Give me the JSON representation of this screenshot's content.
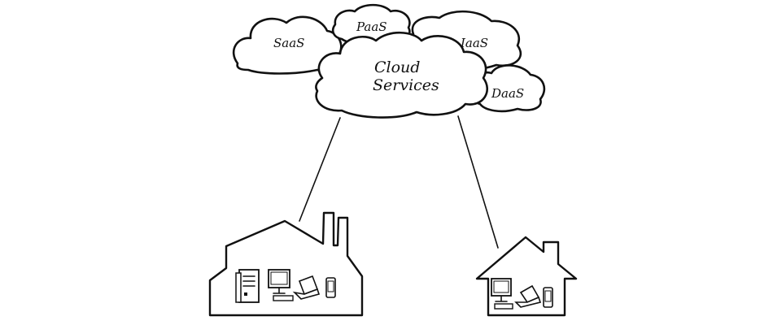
{
  "clouds": {
    "saas": "SaaS",
    "paas": "PaaS",
    "iaas": "IaaS",
    "daas": "DaaS",
    "main_line1": "Cloud",
    "main_line2": "Services"
  },
  "colors": {
    "ink": "#111111",
    "background": "#ffffff"
  },
  "icons": {
    "factory": [
      "server-tower-icon",
      "monitor-keyboard-icon",
      "laptop-icon",
      "phone-icon"
    ],
    "house": [
      "monitor-keyboard-icon",
      "laptop-icon",
      "phone-icon"
    ]
  }
}
